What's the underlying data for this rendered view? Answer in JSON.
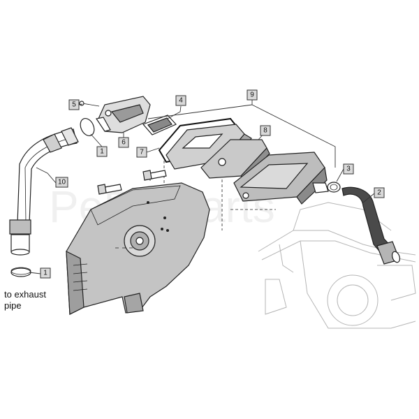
{
  "callouts": {
    "c1a": "1",
    "c1b": "1",
    "c2": "2",
    "c3": "3",
    "c4": "4",
    "c5": "5",
    "c6": "6",
    "c7": "7",
    "c8": "8",
    "c9": "9",
    "c10": "10"
  },
  "caption": {
    "line1": "to exhaust",
    "line2": "pipe"
  },
  "watermark": "PePe Parts"
}
